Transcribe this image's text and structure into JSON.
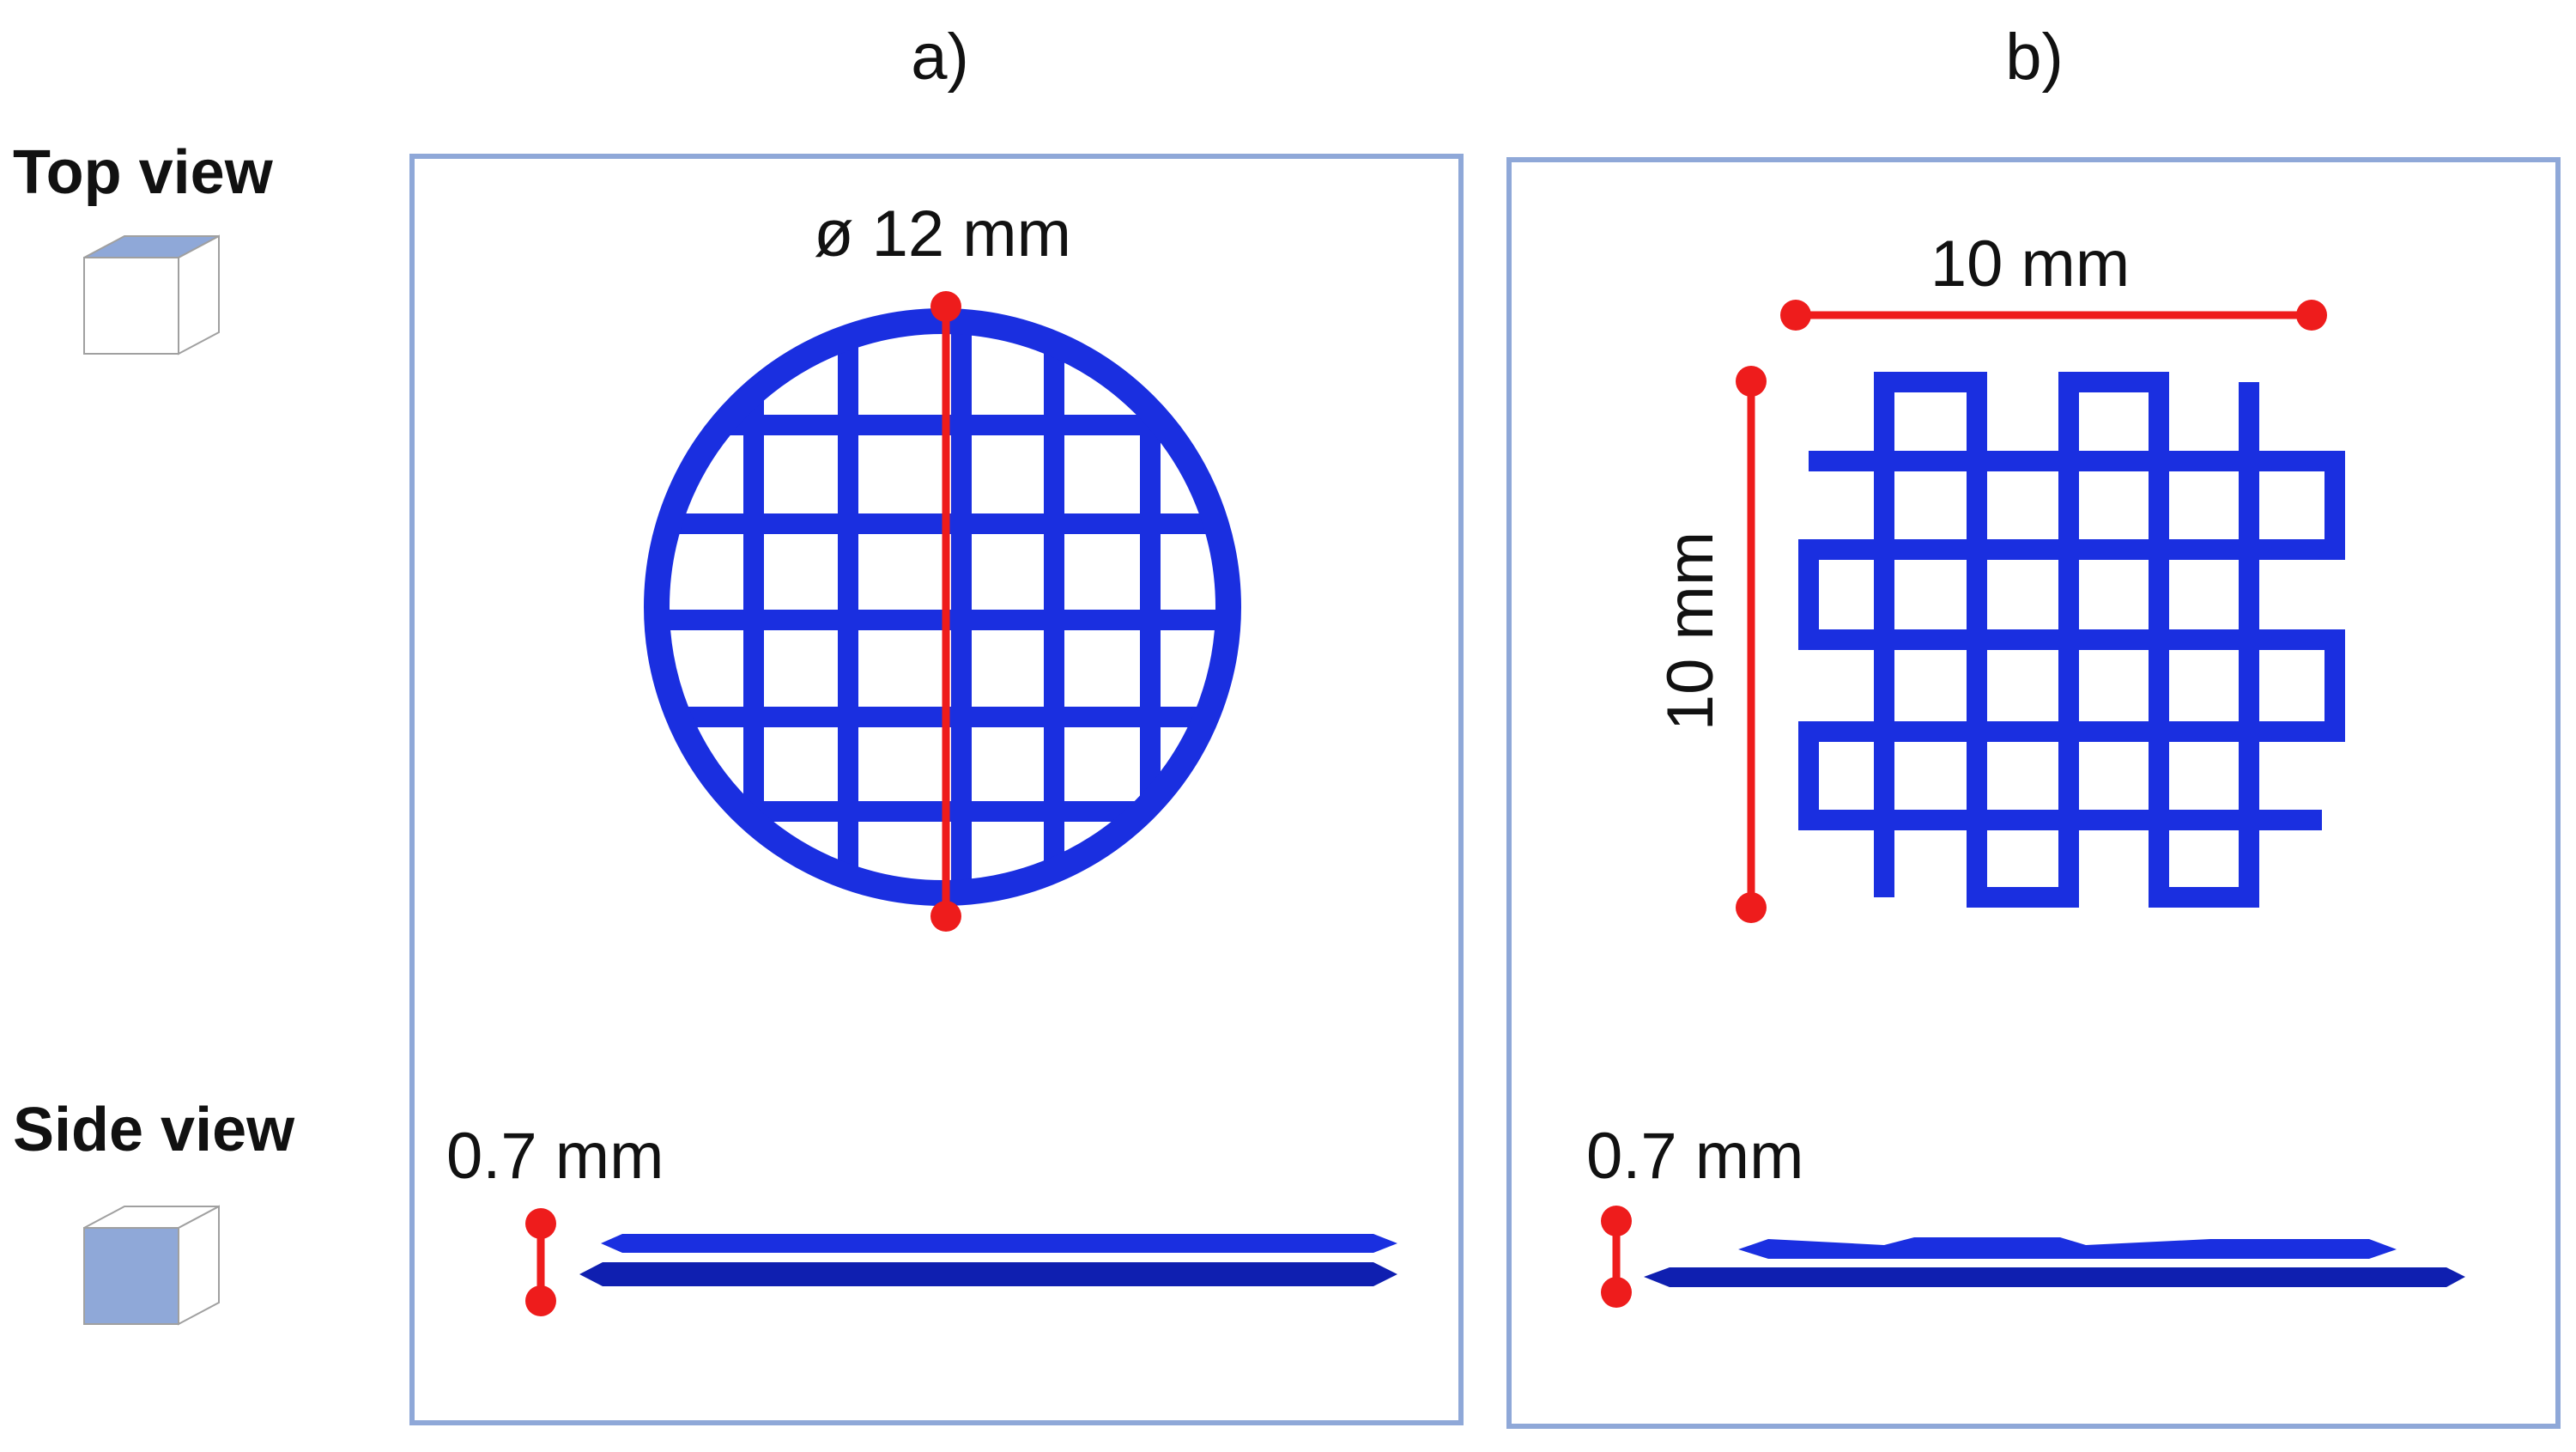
{
  "labels": {
    "top_view": "Top view",
    "side_view": "Side view"
  },
  "panel_a": {
    "label": "a)",
    "diameter": "ø 12 mm",
    "thickness": "0.7 mm"
  },
  "panel_b": {
    "label": "b)",
    "width": "10 mm",
    "height": "10 mm",
    "thickness": "0.7 mm"
  },
  "colors": {
    "scaffold": "#1a2fe0",
    "scaffold_dark": "#0f1fb0",
    "dimension": "#ee1c1c",
    "panel_border": "#8fa8d8",
    "cube_face": "#8fa8d8"
  },
  "icons": {
    "top_view": "cube-top-face-icon",
    "side_view": "cube-front-face-icon"
  }
}
